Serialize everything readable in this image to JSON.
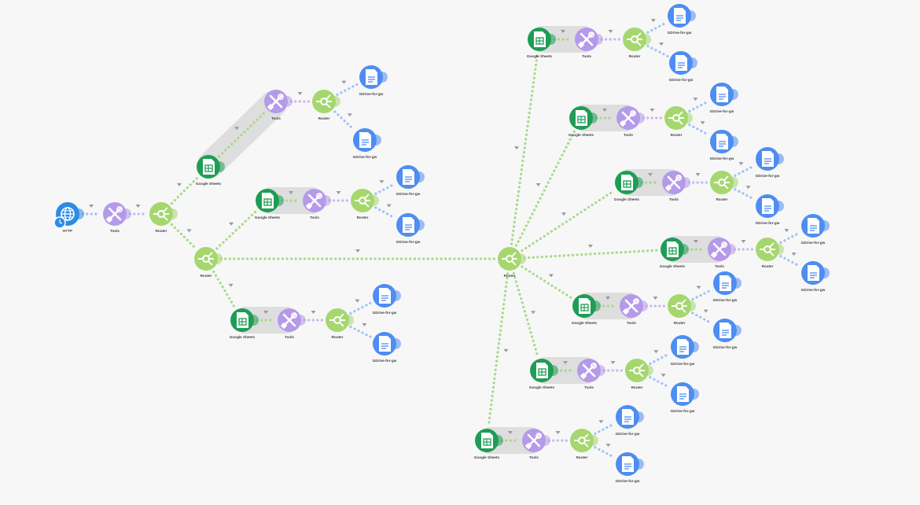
{
  "canvas": {
    "colors": {
      "background": "#f7f7f7",
      "http": "#2f8ce3",
      "tools": "#b59ae9",
      "router": "#a6d76f",
      "sheets": "#1f9d55",
      "docs": "#4e8df2",
      "link_router": "#a8d98a",
      "link_tools": "#c9b8f0",
      "link_docs": "#9ec3f5",
      "band": "#dedede"
    }
  },
  "labels": {
    "http": "HTTP",
    "tools": "Tools",
    "router": "Router",
    "sheets": "Google Sheets",
    "docs": "GDrive-for-gw"
  },
  "nodes": {
    "http": {
      "type": "http",
      "icon": "globe-icon"
    },
    "tools_a": {
      "type": "tools",
      "icon": "wrench-screwdriver-icon"
    },
    "router_a": {
      "type": "router",
      "icon": "router-icon"
    },
    "sheets_up": {
      "type": "sheets",
      "icon": "spreadsheet-icon"
    },
    "router_main": {
      "type": "router",
      "icon": "router-icon"
    },
    "router_hub": {
      "type": "router",
      "icon": "router-icon"
    }
  }
}
